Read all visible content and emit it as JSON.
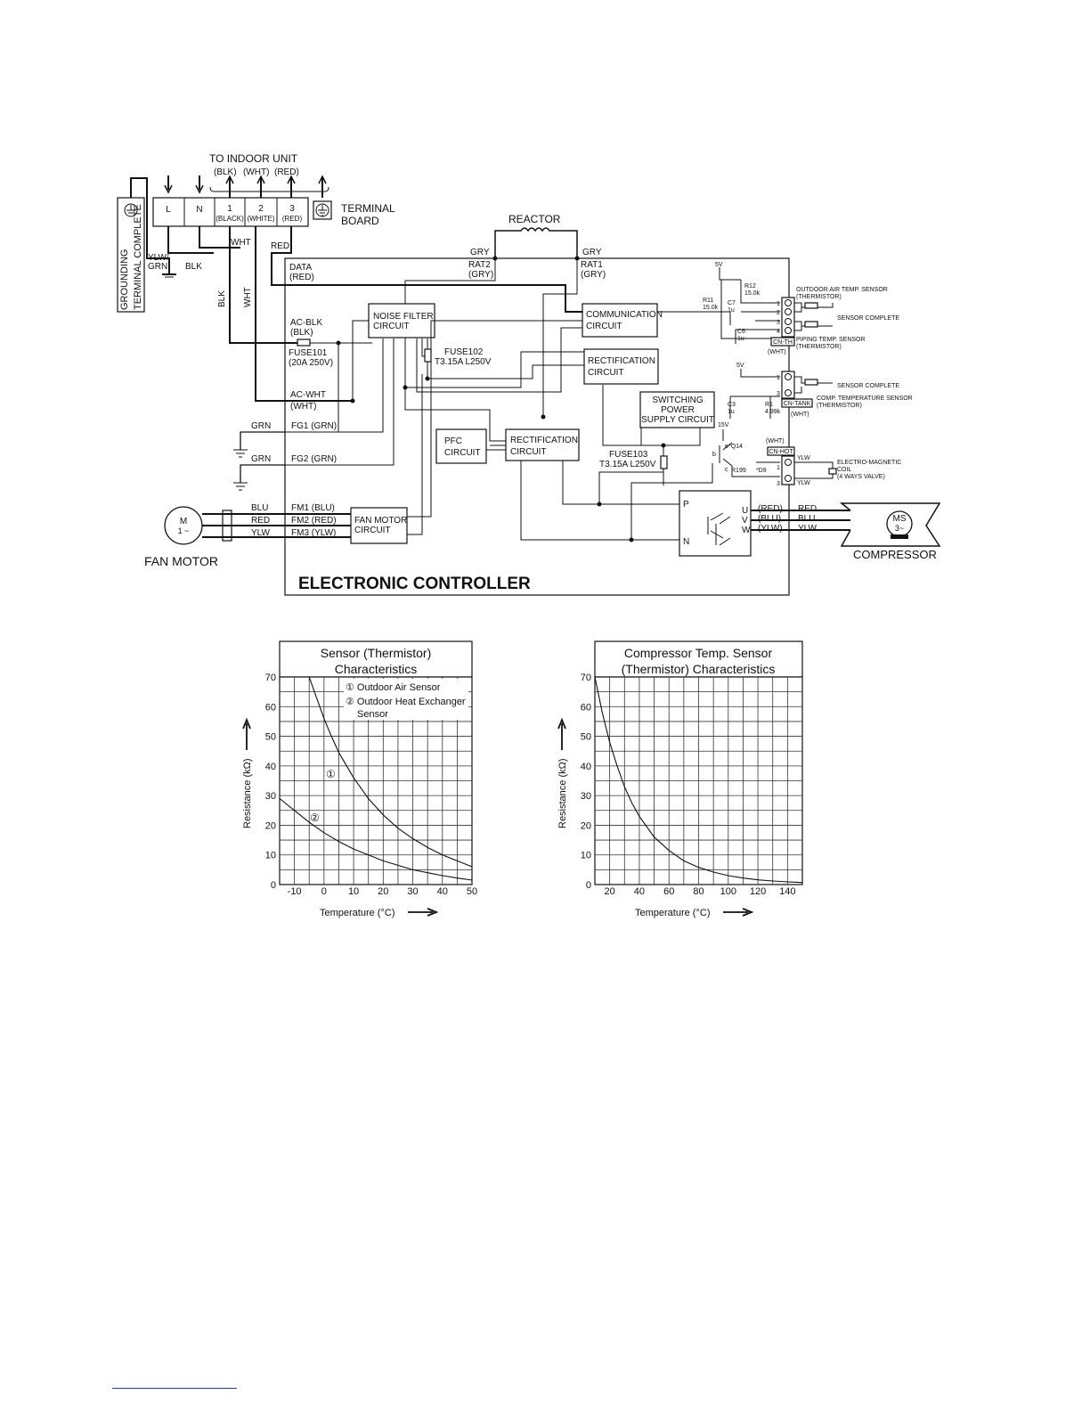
{
  "wiring": {
    "to_indoor_unit": "TO INDOOR UNIT",
    "indoor_colors": [
      "(BLK)",
      "(WHT)",
      "(RED)"
    ],
    "terminals": [
      {
        "num": "L",
        "sub": ""
      },
      {
        "num": "N",
        "sub": ""
      },
      {
        "num": "1",
        "sub": "(BLACK)"
      },
      {
        "num": "2",
        "sub": "(WHITE)"
      },
      {
        "num": "3",
        "sub": "(RED)"
      }
    ],
    "terminal_board": [
      "TERMINAL",
      "BOARD"
    ],
    "grounding": [
      "GROUNDING",
      "TERMINAL COMPLETE"
    ],
    "ylw_grn": [
      "YLW/",
      "GRN"
    ],
    "wire_blk": "BLK",
    "wire_wht": "WHT",
    "wire_red": "RED",
    "wire_blk_v": "BLK",
    "wire_wht_v": "WHT",
    "reactor": "REACTOR",
    "gry1": "GRY",
    "gry2": "GRY",
    "rat2": [
      "RAT2",
      "(GRY)"
    ],
    "rat1": [
      "RAT1",
      "(GRY)"
    ],
    "data": [
      "DATA",
      "(RED)"
    ],
    "ac_blk": [
      "AC-BLK",
      "(BLK)"
    ],
    "fuse101": [
      "FUSE101",
      "(20A 250V)"
    ],
    "ac_wht": [
      "AC-WHT",
      "(WHT)"
    ],
    "grn1": "GRN",
    "fg1": "FG1 (GRN)",
    "grn2": "GRN",
    "fg2": "FG2 (GRN)",
    "noise_filter": [
      "NOISE FILTER",
      "CIRCUIT"
    ],
    "fuse102": [
      "FUSE102",
      "T3.15A L250V"
    ],
    "communication": [
      "COMMUNICATION",
      "CIRCUIT"
    ],
    "rectification1": [
      "RECTIFICATION",
      "CIRCUIT"
    ],
    "switching": [
      "SWITCHING",
      "POWER",
      "SUPPLY CIRCUIT"
    ],
    "pfc": [
      "PFC",
      "CIRCUIT"
    ],
    "rectification2": [
      "RECTIFICATION",
      "CIRCUIT"
    ],
    "fuse103": [
      "FUSE103",
      "T3.15A L250V"
    ],
    "fan_motor_circuit": [
      "FAN MOTOR",
      "CIRCUIT"
    ],
    "fan_wires": [
      {
        "color": "BLU",
        "label": "FM1  (BLU)"
      },
      {
        "color": "RED",
        "label": "FM2  (RED)"
      },
      {
        "color": "YLW",
        "label": "FM3  (YLW)"
      }
    ],
    "motor_symbol": [
      "M",
      "1 ~"
    ],
    "fan_motor": "FAN MOTOR",
    "inverter": {
      "p": "P",
      "n": "N",
      "u": "U",
      "v": "V",
      "w": "W"
    },
    "comp_wires": [
      {
        "label": "(RED)",
        "color": "RED"
      },
      {
        "label": "(BLU)",
        "color": "BLU"
      },
      {
        "label": "(YLW)",
        "color": "YLW"
      }
    ],
    "comp_symbol": [
      "MS",
      "3~"
    ],
    "compressor": "COMPRESSOR",
    "electronic_controller": "ELECTRONIC CONTROLLER",
    "v5a": "5V",
    "r12": [
      "R12",
      "15.0k"
    ],
    "r11": [
      "R11",
      "15.0k"
    ],
    "c7": [
      "C7",
      "1u"
    ],
    "c6": [
      "C6",
      "1u"
    ],
    "pins_th": [
      "1",
      "2",
      "3",
      "4"
    ],
    "outdoor_air_sensor": [
      "OUTDOOR AIR TEMP. SENSOR",
      "(THERMISTOR)"
    ],
    "sensor_complete1": "SENSOR COMPLETE",
    "cn_th": "CN-TH",
    "wht1": "(WHT)",
    "piping_sensor": [
      "PIPING TEMP. SENSOR",
      "(THERMISTOR)"
    ],
    "v5b": "5V",
    "pins_tank": [
      "1",
      "3"
    ],
    "sensor_complete2": "SENSOR COMPLETE",
    "c3": [
      "C3",
      "1u"
    ],
    "r1": [
      "R1",
      "4.99k"
    ],
    "cn_tank": "CN-TANK",
    "comp_temp_sensor": [
      "COMP. TEMPERATURE SENSOR",
      "(THERMISTOR)"
    ],
    "wht2": "(WHT)",
    "v15": "15V",
    "q14": "*Q14",
    "wht3": "(WHT)",
    "cn_hot": "CN-HOT",
    "ylw1": "YLW",
    "ylw2": "YLW",
    "pins_hot": [
      "1",
      "3"
    ],
    "r199": "R199",
    "d9": "*D9",
    "em_coil": [
      "ELECTRO-MAGNETIC",
      "COIL",
      "(4 WAYS VALVE)"
    ],
    "trans_b": "b",
    "trans_c": "c",
    "trans_e": "e"
  },
  "chart_data": [
    {
      "type": "line",
      "title": "Sensor (Thermistor) Characteristics",
      "title_lines": [
        "Sensor (Thermistor)",
        "Characteristics"
      ],
      "xlabel": "Temperature (°C)",
      "ylabel": "Resistance (kΩ)",
      "xlim": [
        -15,
        50
      ],
      "ylim": [
        0,
        70
      ],
      "xticks": [
        -10,
        0,
        10,
        20,
        30,
        40,
        50
      ],
      "yticks": [
        0,
        10,
        20,
        30,
        40,
        50,
        60,
        70
      ],
      "legend": [
        "① Outdoor Air Sensor",
        "② Outdoor Heat Exchanger",
        "Sensor"
      ],
      "series": [
        {
          "name": "①",
          "x": [
            -5,
            -2.5,
            0,
            2.5,
            5,
            10,
            15,
            20,
            25,
            30,
            35,
            40,
            45,
            50
          ],
          "y": [
            70,
            63,
            56,
            50,
            44.5,
            36,
            29,
            23.5,
            19,
            15.5,
            12.5,
            10,
            8,
            6
          ]
        },
        {
          "name": "②",
          "x": [
            -15,
            -10,
            -5,
            0,
            5,
            10,
            15,
            20,
            25,
            30,
            35,
            40,
            45,
            50
          ],
          "y": [
            29,
            25,
            21,
            17.5,
            14.5,
            12,
            10,
            8,
            6.5,
            5,
            4,
            3,
            2.2,
            1.5
          ]
        }
      ],
      "grid": true
    },
    {
      "type": "line",
      "title": "Compressor Temp. Sensor (Thermistor) Characteristics",
      "title_lines": [
        "Compressor Temp. Sensor",
        "(Thermistor) Characteristics"
      ],
      "xlabel": "Temperature (°C)",
      "ylabel": "Resistance (kΩ)",
      "xlim": [
        10,
        150
      ],
      "ylim": [
        0,
        70
      ],
      "xticks": [
        20,
        40,
        60,
        80,
        100,
        120,
        140
      ],
      "yticks": [
        0,
        10,
        20,
        30,
        40,
        50,
        60,
        70
      ],
      "series": [
        {
          "x": [
            10,
            15,
            20,
            25,
            30,
            35,
            40,
            50,
            60,
            70,
            80,
            90,
            100,
            110,
            120,
            130,
            140,
            150
          ],
          "y": [
            70,
            58,
            48,
            40,
            33,
            27.5,
            23,
            16,
            11.5,
            8,
            5.8,
            4.2,
            3,
            2.2,
            1.6,
            1.2,
            0.9,
            0.7
          ]
        }
      ],
      "grid": true
    }
  ]
}
